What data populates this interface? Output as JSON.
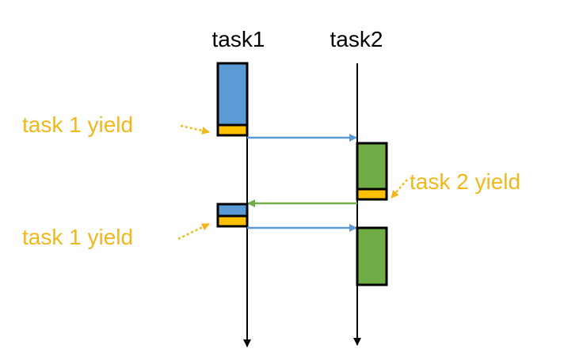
{
  "lanes": [
    {
      "label": "task1"
    },
    {
      "label": "task2"
    }
  ],
  "annotations": [
    {
      "label": "task 1 yield"
    },
    {
      "label": "task 2 yield"
    },
    {
      "label": "task 1 yield"
    }
  ],
  "colors": {
    "task1_block": "#5b9bd5",
    "task2_block": "#70ad47",
    "yield_marker": "#ffc000",
    "annotation_text": "#f0b81c",
    "handoff_to_task2": "#5b9bd5",
    "handoff_to_task1": "#70ad47",
    "lifeline": "#000000"
  }
}
